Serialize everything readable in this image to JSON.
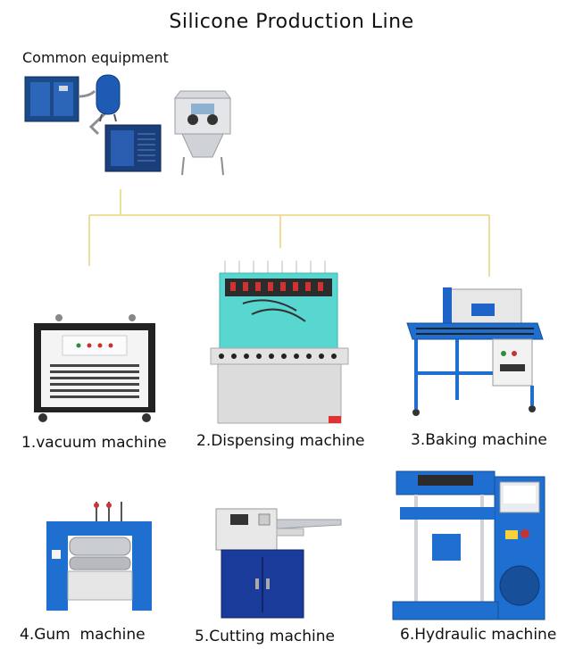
{
  "title": "Silicone Production Line",
  "common_label": "Common equipment",
  "machines": [
    {
      "label": "1.vacuum machine"
    },
    {
      "label": "2.Dispensing machine"
    },
    {
      "label": "3.Baking machine"
    },
    {
      "label": "4.Gum  machine"
    },
    {
      "label": "5.Cutting machine"
    },
    {
      "label": "6.Hydraulic machine"
    }
  ],
  "colors": {
    "connector": "#e8d27a",
    "machine_blue": "#1f6fd0",
    "frame_gray": "#c9ccd1"
  },
  "icons": [
    "air-compressor-icon",
    "air-tank-icon",
    "air-dryer-icon",
    "sandblaster-icon"
  ]
}
